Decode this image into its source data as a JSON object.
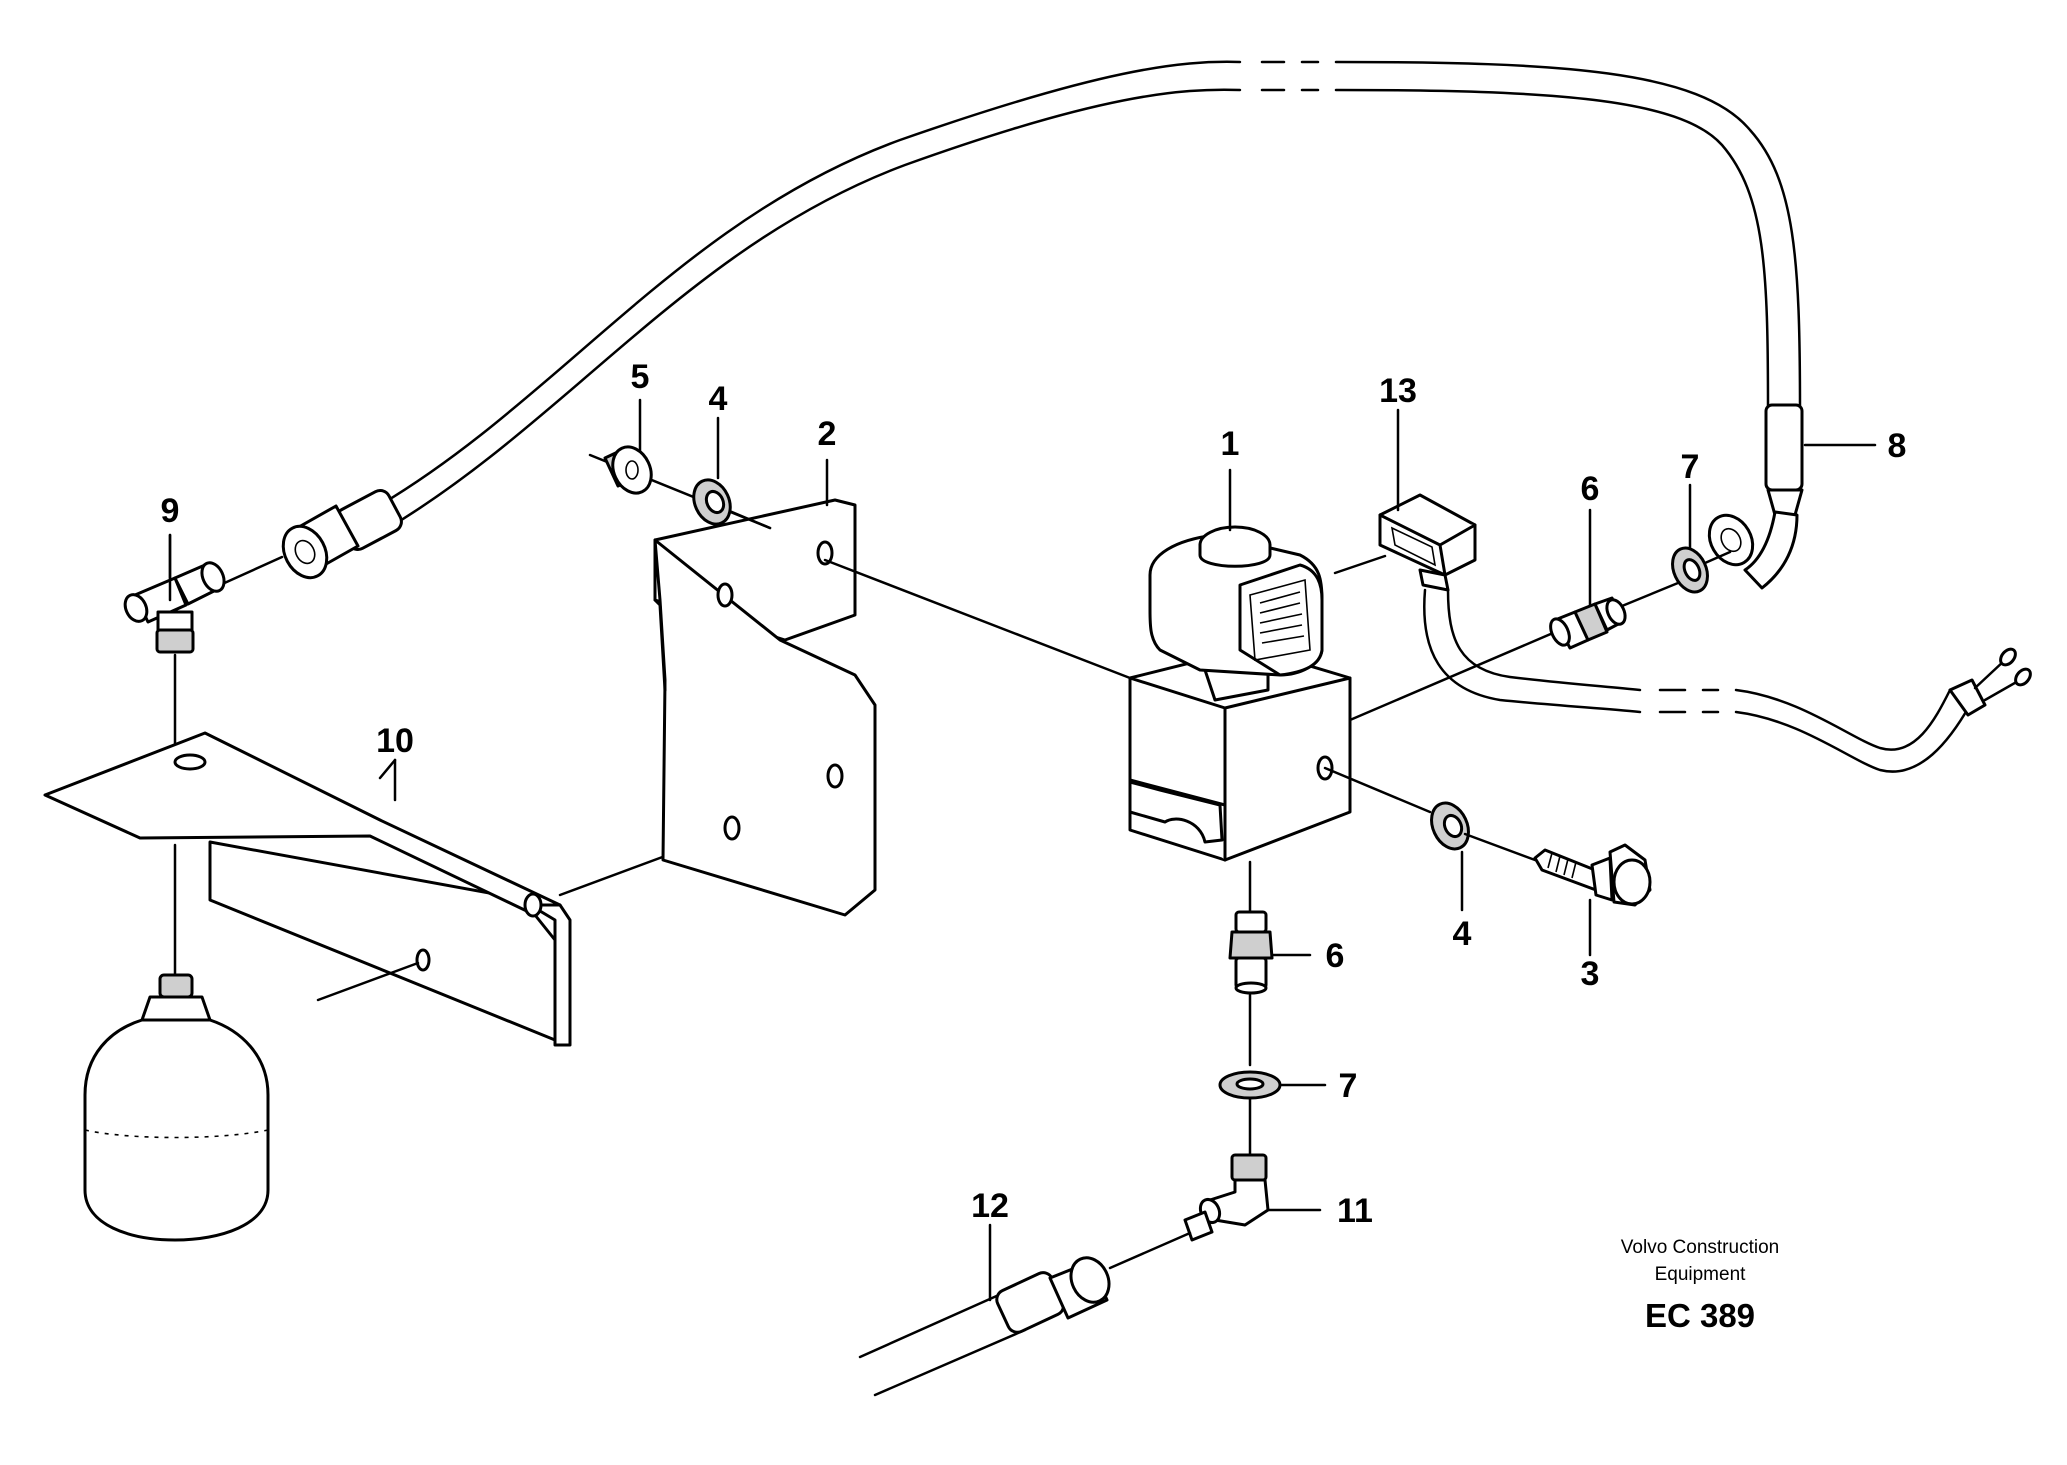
{
  "callouts": {
    "c1": "1",
    "c2": "2",
    "c3": "3",
    "c4a": "4",
    "c4b": "4",
    "c5": "5",
    "c6a": "6",
    "c6b": "6",
    "c7a": "7",
    "c7b": "7",
    "c8": "8",
    "c9": "9",
    "c10": "10",
    "c11": "11",
    "c12": "12",
    "c13": "13"
  },
  "footer": {
    "brand_line1": "Volvo Construction",
    "brand_line2": "Equipment",
    "code": "EC 389"
  }
}
